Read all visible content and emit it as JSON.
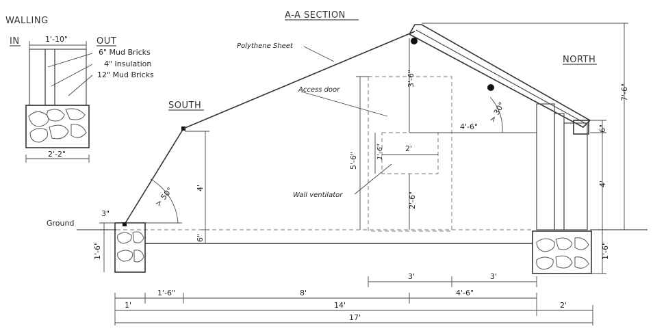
{
  "headings": {
    "walling": "WALLING",
    "section": "A-A SECTION",
    "south": "SOUTH",
    "north": "NORTH",
    "in": "IN",
    "out": "OUT"
  },
  "walling_labels": {
    "width_top": "1'-10\"",
    "mud_bricks_6": "6\" Mud Bricks",
    "insulation": "4\" Insulation",
    "mud_bricks_12": "12\" Mud Bricks",
    "width_bottom": "2'-2\""
  },
  "annotations": {
    "polythene": "Polythene Sheet",
    "access_door": "Access door",
    "wall_ventilator": "Wall ventilator",
    "ground": "Ground",
    "angle_south": "> 50°",
    "angle_north": "> 30°"
  },
  "dimensions": {
    "south_height": "4'",
    "south_base": "6\"",
    "south_step": "3\"",
    "south_foundation": "1'-6\"",
    "door_top": "3'-6\"",
    "door_height": "5'-6\"",
    "vent_height": "1'-6\"",
    "vent_width": "2'",
    "vent_below": "2'-6\"",
    "roof_run": "4'-6\"",
    "north_top": "6\"",
    "north_wall": "4'",
    "north_total": "7'-6\"",
    "north_foundation": "1'-6\"",
    "b_3a": "3'",
    "b_3b": "3'",
    "b_1": "1'",
    "b_1_6": "1'-6\"",
    "b_8": "8'",
    "b_4_6": "4'-6\"",
    "b_14": "14'",
    "b_2": "2'",
    "b_17": "17'"
  }
}
